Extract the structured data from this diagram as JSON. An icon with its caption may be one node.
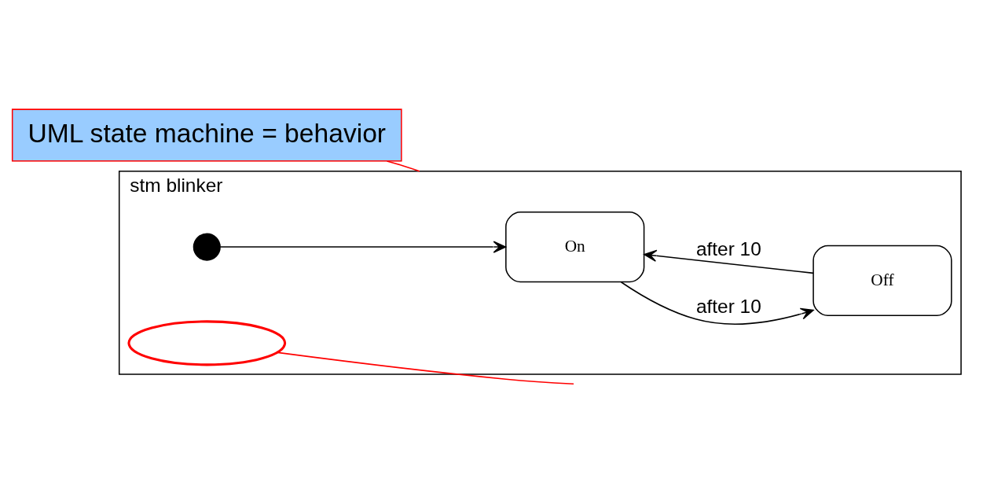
{
  "diagram": {
    "nodes": [
      {
        "text": [
          "UML state machine = behavior"
        ]
      },
      {
        "text": [
          "stm blinker"
        ]
      },
      {
        "text": [
          "On"
        ],
        "in": 1
      },
      {
        "text": [
          "Off"
        ],
        "in": 1
      },
      {
        "text": [],
        "shape": "circle",
        "in": 1
      },
      {
        "text": [],
        "shape": "ellipse",
        "in": 1
      }
    ],
    "edges": [
      {
        "from": 0,
        "to": 1,
        "arrow": "none",
        "color": "#ff0000"
      },
      {
        "from": 4,
        "to": 2,
        "arrow": "to"
      },
      {
        "from": 2,
        "to": 3,
        "arrow": "to",
        "label": "after 10"
      },
      {
        "from": 3,
        "to": 2,
        "arrow": "to",
        "label": "after 10"
      },
      {
        "from": 5,
        "to": null,
        "arrow": "none",
        "color": "#ff0000"
      }
    ]
  }
}
